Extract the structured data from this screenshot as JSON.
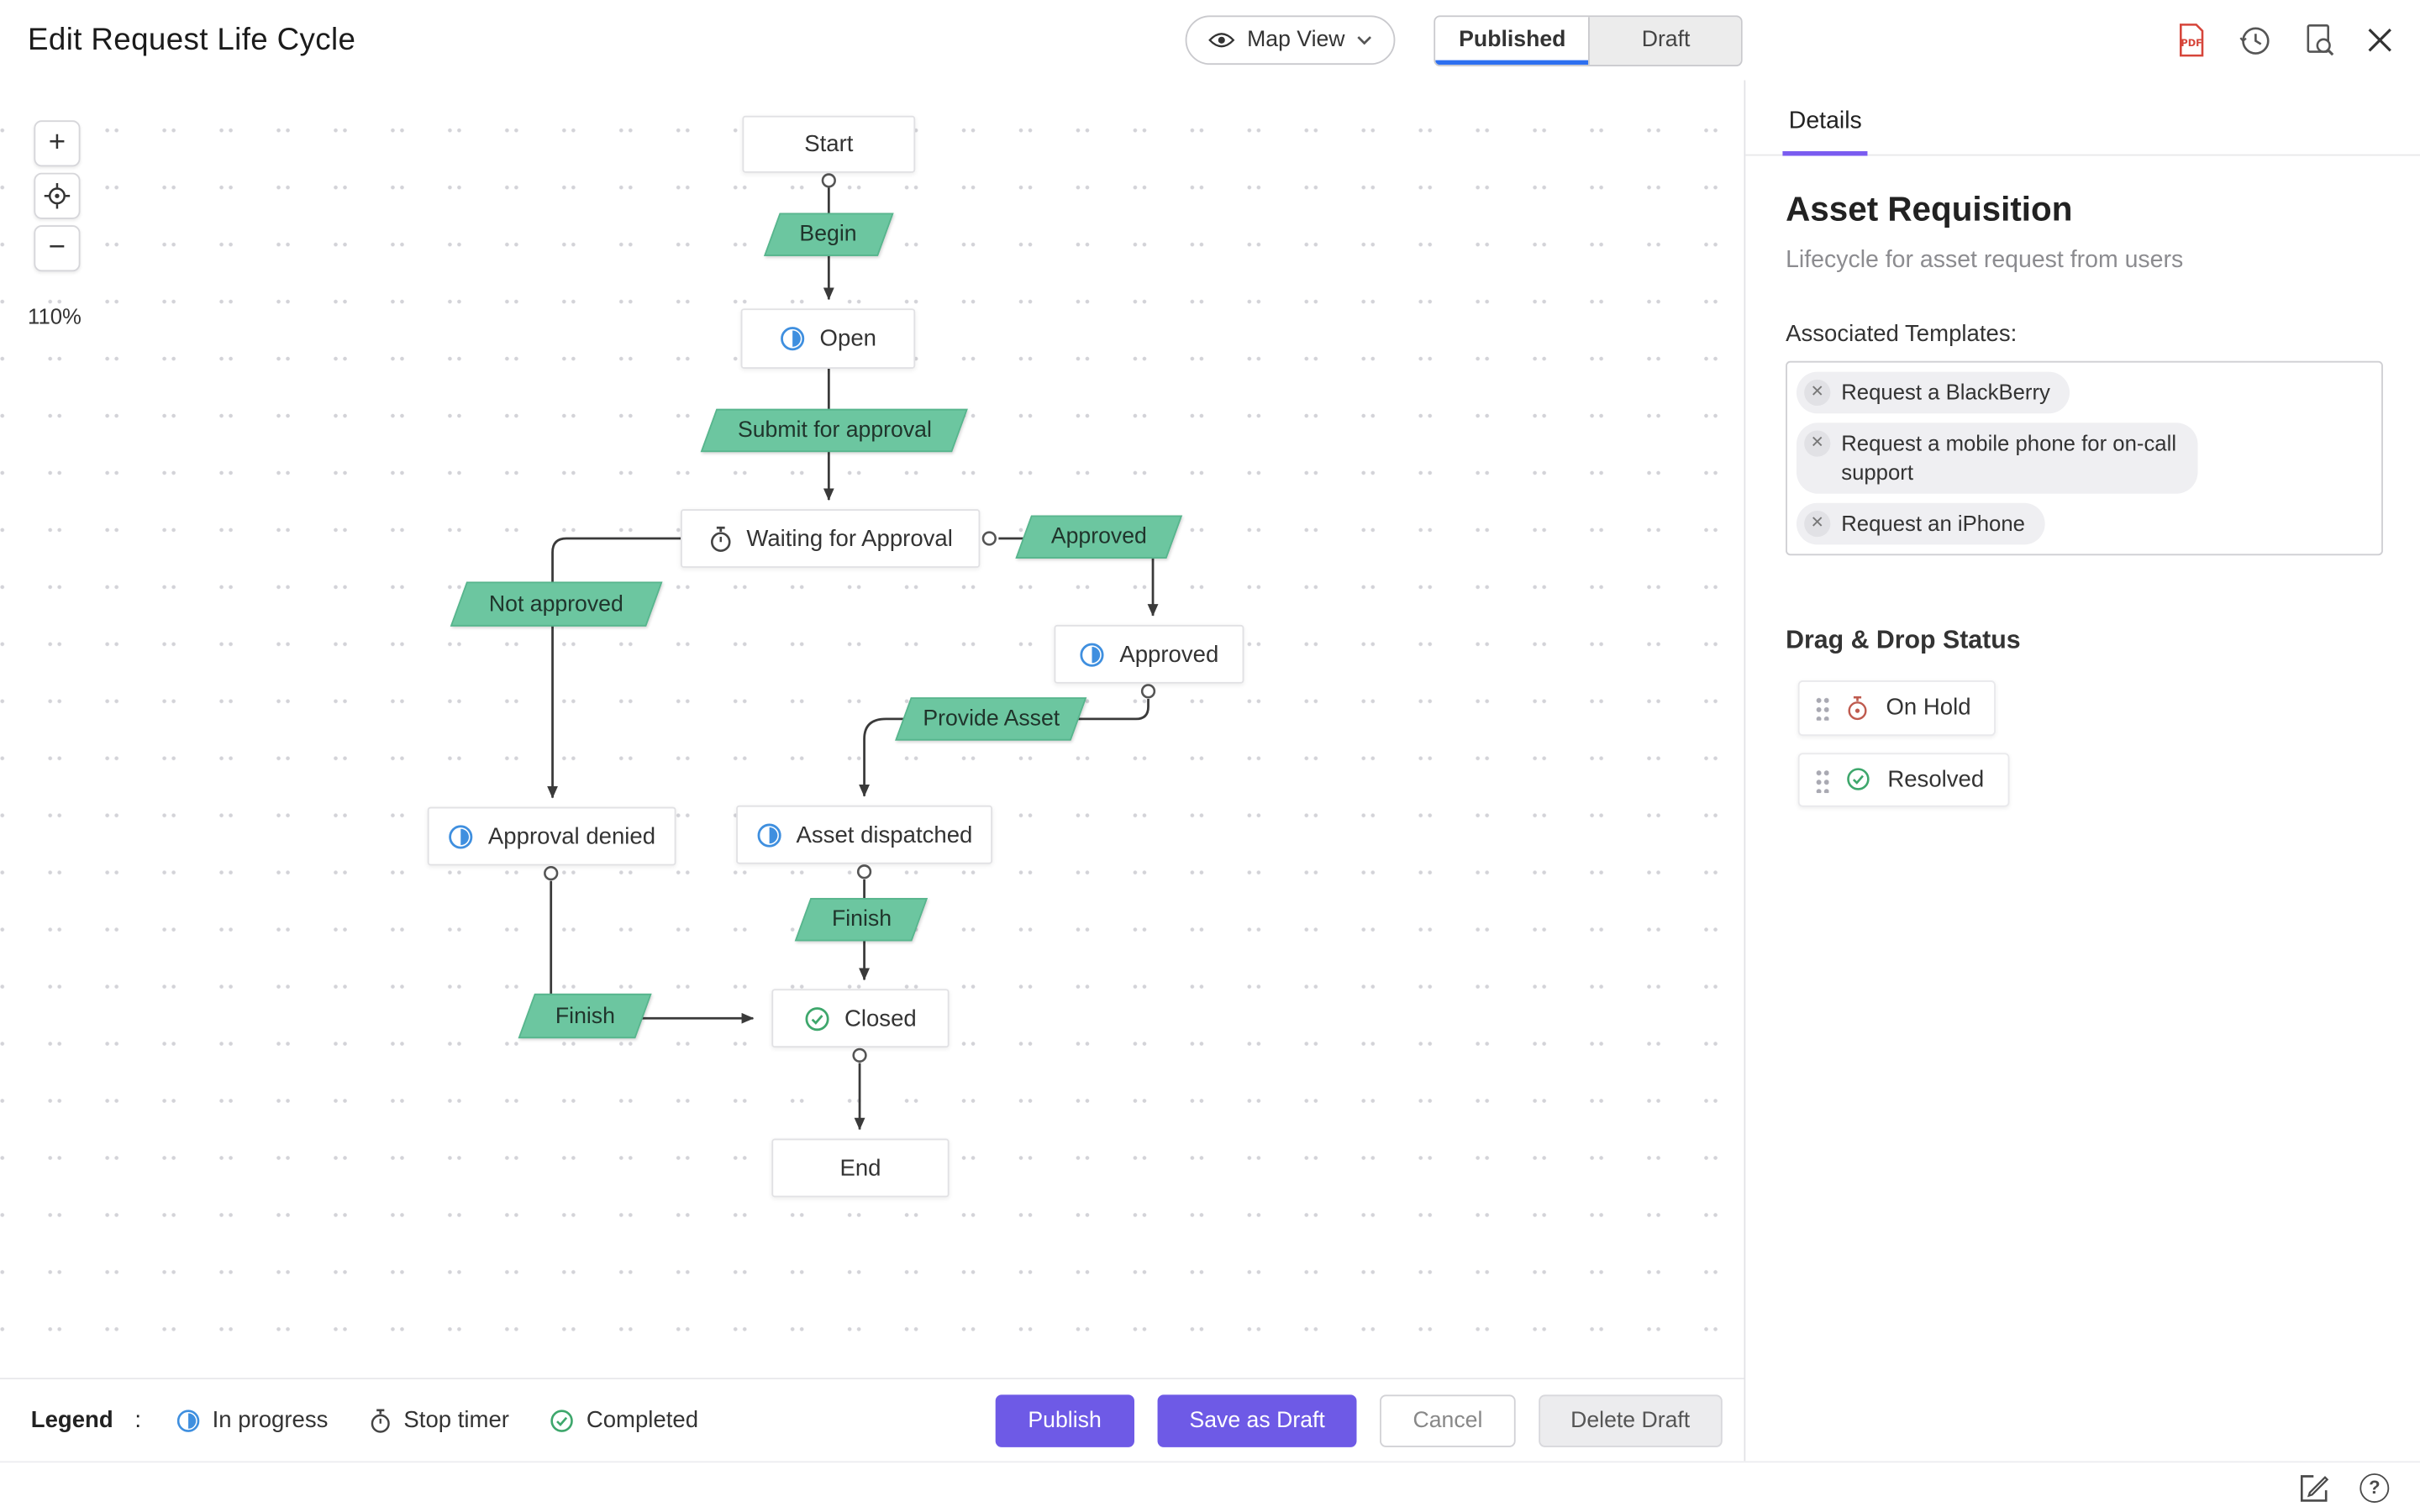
{
  "header": {
    "title": "Edit Request Life Cycle",
    "view_selector": {
      "label": "Map View",
      "icon": "eye-icon"
    },
    "mode_toggle": {
      "published_label": "Published",
      "draft_label": "Draft",
      "active": "Published"
    }
  },
  "icons": {
    "chip_remove": "✕",
    "zoom_in": "+",
    "zoom_out": "−",
    "help": "?"
  },
  "canvas": {
    "zoom_level": "110%",
    "nodes": {
      "start": {
        "label": "Start",
        "type": "terminal"
      },
      "begin": {
        "label": "Begin",
        "type": "transition"
      },
      "open": {
        "label": "Open",
        "type": "status",
        "icon": "in-progress-icon"
      },
      "submit_for_approval": {
        "label": "Submit for approval",
        "type": "transition"
      },
      "waiting_for_approval": {
        "label": "Waiting for Approval",
        "type": "status",
        "icon": "stop-timer-icon"
      },
      "approved_transition": {
        "label": "Approved",
        "type": "transition"
      },
      "approved": {
        "label": "Approved",
        "type": "status",
        "icon": "in-progress-icon"
      },
      "provide_asset": {
        "label": "Provide Asset",
        "type": "transition"
      },
      "not_approved": {
        "label": "Not approved",
        "type": "transition"
      },
      "approval_denied": {
        "label": "Approval denied",
        "type": "status",
        "icon": "in-progress-icon"
      },
      "asset_dispatched": {
        "label": "Asset dispatched",
        "type": "status",
        "icon": "in-progress-icon"
      },
      "finish_right": {
        "label": "Finish",
        "type": "transition"
      },
      "closed": {
        "label": "Closed",
        "type": "status",
        "icon": "completed-icon"
      },
      "finish_left": {
        "label": "Finish",
        "type": "transition"
      },
      "end": {
        "label": "End",
        "type": "terminal"
      }
    },
    "transitions": [
      {
        "from": "Start",
        "via": "Begin",
        "to": "Open"
      },
      {
        "from": "Open",
        "via": "Submit for approval",
        "to": "Waiting for Approval"
      },
      {
        "from": "Waiting for Approval",
        "via": "Approved",
        "to": "Approved"
      },
      {
        "from": "Approved",
        "via": "Provide Asset",
        "to": "Asset dispatched"
      },
      {
        "from": "Waiting for Approval",
        "via": "Not approved",
        "to": "Approval denied"
      },
      {
        "from": "Approval denied",
        "via": "Finish",
        "to": "Closed"
      },
      {
        "from": "Asset dispatched",
        "via": "Finish",
        "to": "Closed"
      },
      {
        "from": "Closed",
        "via": "",
        "to": "End"
      }
    ]
  },
  "legend": {
    "label": "Legend",
    "separator": ":",
    "items": [
      {
        "icon": "in-progress-icon",
        "label": "In progress"
      },
      {
        "icon": "stop-timer-icon",
        "label": "Stop timer"
      },
      {
        "icon": "completed-icon",
        "label": "Completed"
      }
    ]
  },
  "actions": {
    "publish": "Publish",
    "save_as_draft": "Save as Draft",
    "cancel": "Cancel",
    "delete_draft": "Delete Draft"
  },
  "sidebar": {
    "tab": "Details",
    "title": "Asset Requisition",
    "subtitle": "Lifecycle for asset request from users",
    "templates_label": "Associated Templates:",
    "templates": [
      "Request a BlackBerry",
      "Request a mobile phone for on-call support",
      "Request an iPhone"
    ],
    "drag_drop_label": "Drag & Drop Status",
    "statuses": [
      {
        "icon": "on-hold-timer-icon",
        "label": "On Hold"
      },
      {
        "icon": "resolved-check-icon",
        "label": "Resolved"
      }
    ]
  },
  "colors": {
    "accent_purple": "#6e5ae6",
    "published_underline": "#2d6ff0",
    "details_underline": "#7a5cf0",
    "transition_green": "#6cc6a0",
    "in_progress_blue": "#3f8fdf",
    "completed_green": "#3ea76c",
    "on_hold_red": "#bf5b4f"
  }
}
